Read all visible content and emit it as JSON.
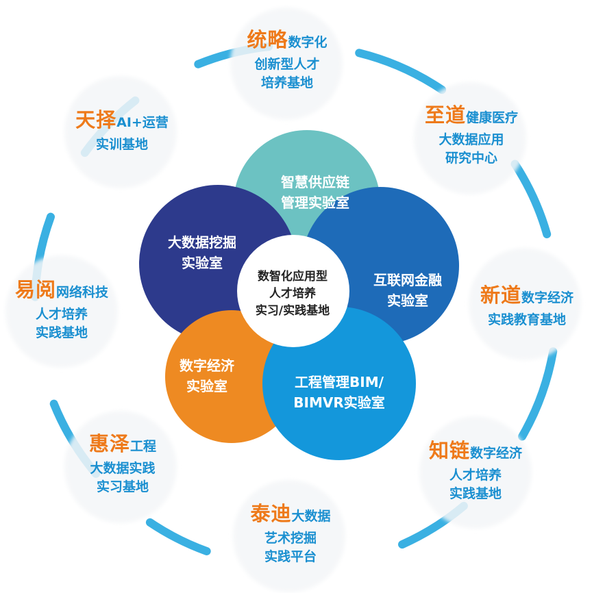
{
  "colors": {
    "ring": "#3ab0e2",
    "brand": "#ee7a1a",
    "desc": "#1a8fd0",
    "petal_teal": "#6cc2c2",
    "petal_navy": "#2d3a8c",
    "petal_blue": "#1e6bb8",
    "petal_orange": "#ee8a22",
    "petal_sky": "#1497db"
  },
  "center": {
    "lines": [
      "数智化应用型",
      "人才培养",
      "实习/实践基地"
    ]
  },
  "petals": [
    {
      "id": "supply",
      "lines": [
        "智慧供应链",
        "管理实验室"
      ]
    },
    {
      "id": "bigdata",
      "lines": [
        "大数据挖掘",
        "实验室"
      ]
    },
    {
      "id": "fintech",
      "lines": [
        "互联网金融",
        "实验室"
      ]
    },
    {
      "id": "economy",
      "lines": [
        "数字经济",
        "实验室"
      ]
    },
    {
      "id": "bim",
      "lines": [
        "工程管理BIM/",
        "BIMVR实验室"
      ]
    }
  ],
  "bases": [
    {
      "id": "tonglue",
      "brand": "统略",
      "desc1": "数字化",
      "lines": [
        "创新型人才",
        "培养基地"
      ]
    },
    {
      "id": "zhidao",
      "brand": "至道",
      "desc1": "健康医疗",
      "lines": [
        "大数据应用",
        "研究中心"
      ]
    },
    {
      "id": "xindao",
      "brand": "新道",
      "desc1": "数字经济",
      "lines": [
        "实践教育基地"
      ]
    },
    {
      "id": "zhilian",
      "brand": "知链",
      "desc1": "数字经济",
      "lines": [
        "人才培养",
        "实践基地"
      ]
    },
    {
      "id": "taidi",
      "brand": "泰迪",
      "desc1": "大数据",
      "lines": [
        "艺术挖掘",
        "实践平台"
      ]
    },
    {
      "id": "huize",
      "brand": "惠泽",
      "desc1": "工程",
      "lines": [
        "大数据实践",
        "实习基地"
      ]
    },
    {
      "id": "yiyue",
      "brand": "易阅",
      "desc1": "网络科技",
      "lines": [
        "人才培养",
        "实践基地"
      ]
    },
    {
      "id": "tianze",
      "brand": "天择",
      "desc1": "AI+运营",
      "lines": [
        "实训基地"
      ]
    }
  ]
}
